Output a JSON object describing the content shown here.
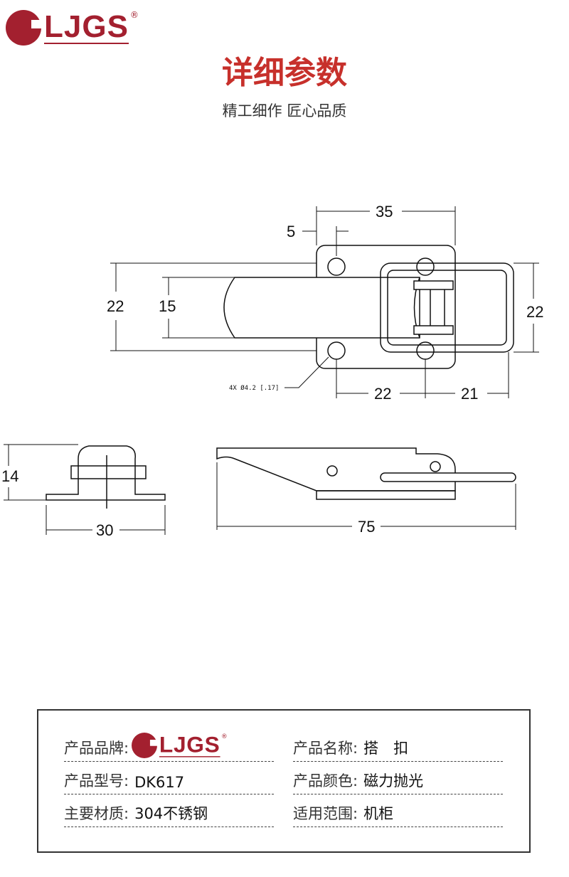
{
  "brand": {
    "name": "LJGS",
    "registered": "®",
    "color": "#a3202f"
  },
  "header": {
    "title": "详细参数",
    "subtitle": "精工细作 匠心品质"
  },
  "drawing": {
    "top_view": {
      "dim_35": "35",
      "dim_5": "5",
      "dim_22_left": "22",
      "dim_15": "15",
      "dim_22_right": "22",
      "dim_22_bottom": "22",
      "dim_21": "21",
      "hole_note": "4X  Ø4.2 [.17]"
    },
    "front_view": {
      "dim_14": "14",
      "dim_30": "30"
    },
    "side_view": {
      "dim_75": "75"
    }
  },
  "spec": {
    "brand_label": "产品品牌:",
    "name_label": "产品名称:",
    "name_value": "搭　扣",
    "model_label": "产品型号:",
    "model_value": "DK617",
    "color_label": "产品颜色:",
    "color_value": "磁力抛光",
    "material_label": "主要材质:",
    "material_value": "304不锈钢",
    "usage_label": "适用范围:",
    "usage_value": "机柜"
  }
}
